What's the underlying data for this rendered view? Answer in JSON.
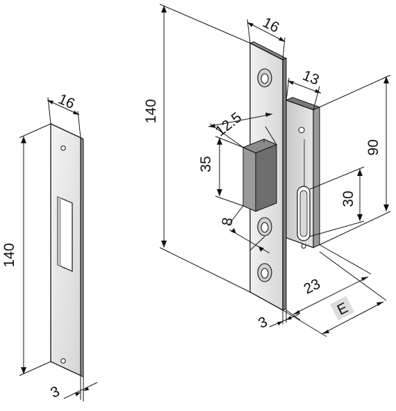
{
  "strike_plate": {
    "width_label": "16",
    "height_label": "140",
    "thickness_label": "3"
  },
  "lock_body": {
    "faceplate_width_label": "16",
    "faceplate_height_label": "140",
    "case_thickness_label": "13",
    "case_height_label": "90",
    "slot_height_label": "30",
    "latch_projection_label": "12.5",
    "latch_height_label": "35",
    "spacing_label": "8",
    "depth_label": "23",
    "faceplate_thickness_label": "3",
    "backset_label": "E"
  },
  "colors": {
    "line": "#111111",
    "plate_light": "#ededed",
    "plate_mid": "#d0d0d0",
    "plate_dark": "#8e8e8e",
    "latch_front": "#9a9a9a",
    "latch_side": "#6e6e6e",
    "label_box": "#dcdcdc"
  }
}
